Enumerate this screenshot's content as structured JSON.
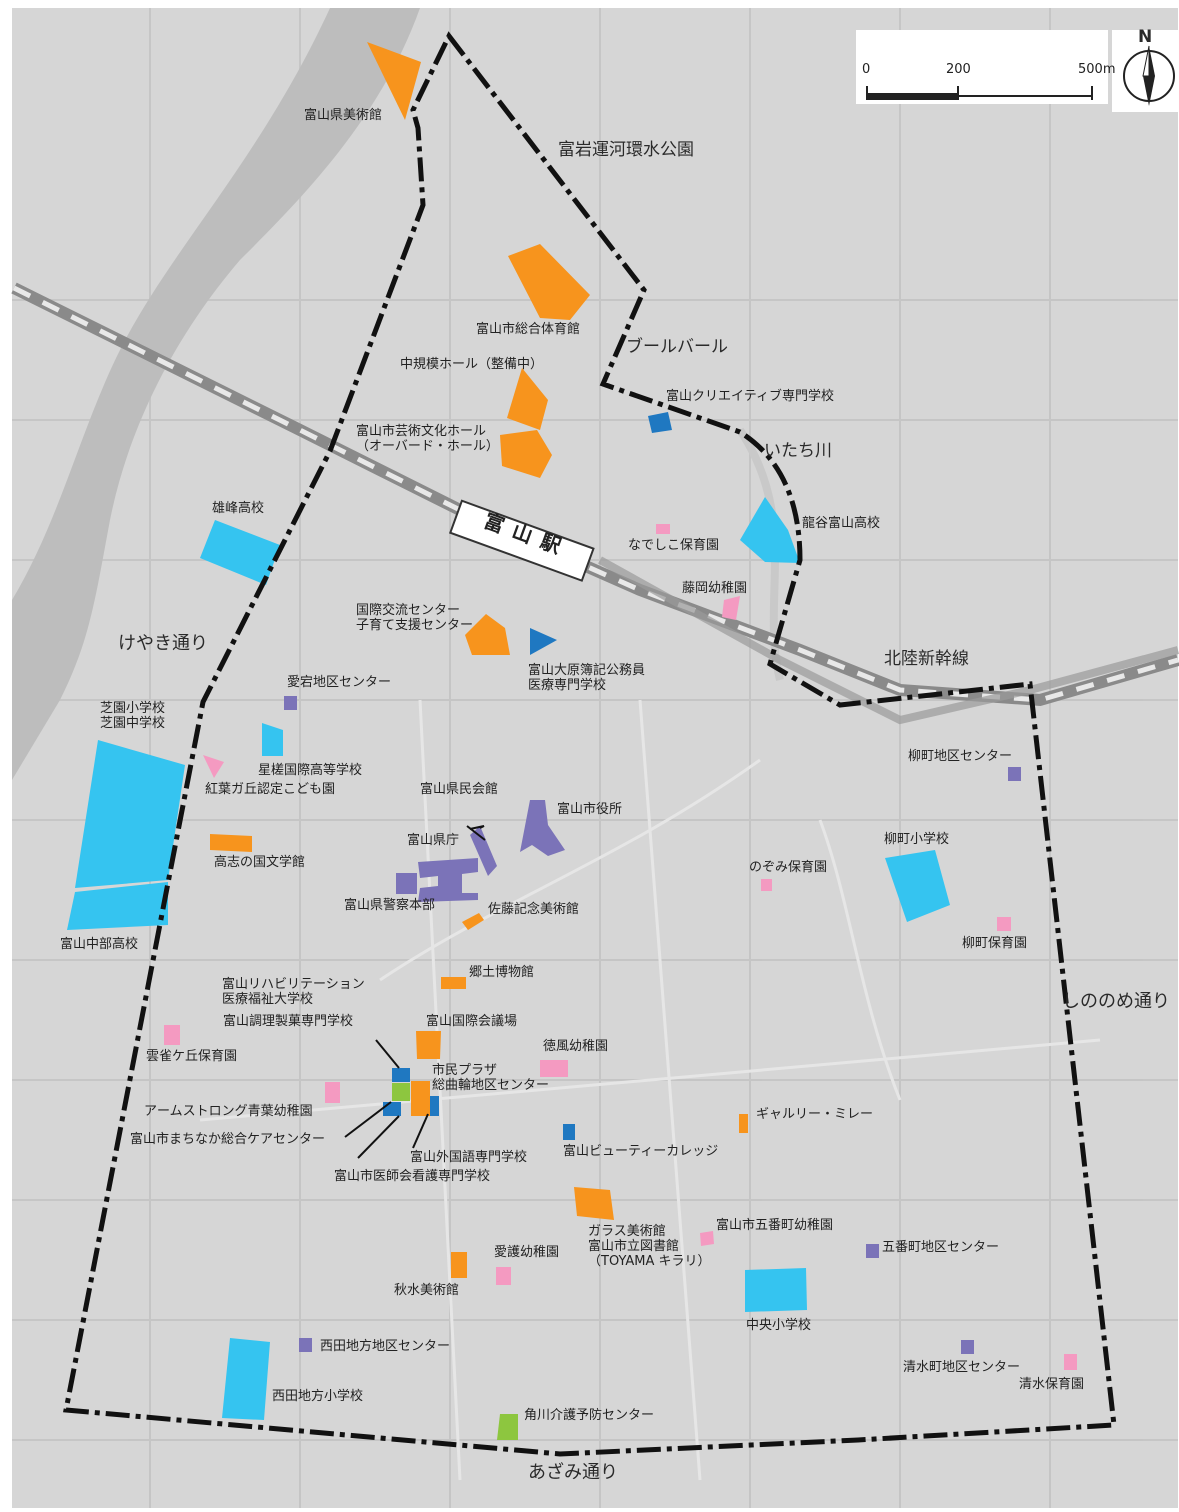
{
  "scale": {
    "ticks": [
      "0",
      "200",
      "500m"
    ]
  },
  "north": "N",
  "colors": {
    "culture": "#f7941d",
    "school_public": "#35c4f0",
    "school_private": "#1f78c1",
    "nursery": "#f49ac1",
    "admin": "#7b73b8",
    "welfare": "#8dc63f",
    "boundary": "#111111"
  },
  "labels": {
    "museum": "富山県美術館",
    "canal_park": "富岩運河環水公園",
    "gym": "富山市総合体育館",
    "mid_hall": "中規模ホール（整備中）",
    "boulevard": "ブールバール",
    "creative_school": "富山クリエイティブ専門学校",
    "art_hall": "富山市芸術文化ホール\n（オーバード・ホール）",
    "itachi": "いたち川",
    "ryukoku": "龍谷富山高校",
    "yuho": "雄峰高校",
    "station": "富山駅",
    "nadeshiko": "なでしこ保育園",
    "fujioka": "藤岡幼稚園",
    "intl_center": "国際交流センター\n子育て支援センター",
    "keyaki": "けやき通り",
    "ohara": "富山大原簿記公務員\n医療専門学校",
    "shinkansen": "北陸新幹線",
    "atago": "愛宕地区センター",
    "shibazono": "芝園小学校\n芝園中学校",
    "yanagimachi_center": "柳町地区センター",
    "seiso": "星槎国際高等学校",
    "koyogaoka": "紅葉ガ丘認定こども園",
    "kenminkaikan": "富山県民会館",
    "city_hall": "富山市役所",
    "kencho": "富山県庁",
    "koshi": "高志の国文学館",
    "yanagimachi_es": "柳町小学校",
    "nozomi": "のぞみ保育園",
    "police": "富山県警察本部",
    "sato": "佐藤記念美術館",
    "chubu": "富山中部高校",
    "yanagimachi_ns": "柳町保育園",
    "kyodo": "郷土博物館",
    "rehab": "富山リハビリテーション\n医療福祉大学校",
    "shinonome": "しののめ通り",
    "chori": "富山調理製菓専門学校",
    "kokusai": "富山国際会議場",
    "hibarigaoka": "雲雀ケ丘保育園",
    "tokufu": "徳風幼稚園",
    "shimin": "市民プラザ\n総曲輪地区センター",
    "armstrong": "アームストロング青葉幼稚園",
    "millet": "ギャルリー・ミレー",
    "care": "富山市まちなか総合ケアセンター",
    "foreign": "富山外国語専門学校",
    "beauty": "富山ビューティーカレッジ",
    "nurse": "富山市医師会看護専門学校",
    "glass": "ガラス美術館\n富山市立図書館\n（TOYAMA キラリ）",
    "gobancho_k": "富山市五番町幼稚園",
    "aigo": "愛護幼稚園",
    "gobancho_c": "五番町地区センター",
    "shusui": "秋水美術館",
    "chuo": "中央小学校",
    "nishida_c": "西田地方地区センター",
    "shimizu_c": "清水町地区センター",
    "shimizu_ns": "清水保育園",
    "nishida_es": "西田地方小学校",
    "kadokawa": "角川介護予防センター",
    "azami": "あざみ通り"
  }
}
